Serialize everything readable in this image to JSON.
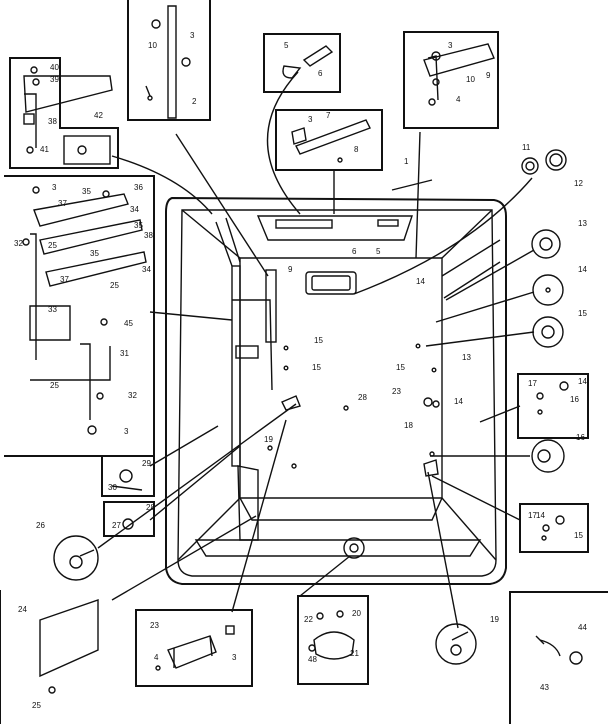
{
  "labels": [
    "40",
    "39",
    "38",
    "41",
    "42",
    "10",
    "3",
    "2",
    "5",
    "6",
    "7",
    "3",
    "8",
    "6",
    "5",
    "3",
    "10",
    "9",
    "4",
    "1",
    "11",
    "12",
    "13",
    "14",
    "15",
    "9",
    "3",
    "35",
    "36",
    "37",
    "34",
    "35",
    "38",
    "32",
    "25",
    "35",
    "37",
    "34",
    "25",
    "33",
    "45",
    "31",
    "25",
    "32",
    "3",
    "14",
    "15",
    "15",
    "15",
    "13",
    "14",
    "23",
    "18",
    "28",
    "19",
    "17",
    "14",
    "16",
    "16",
    "17",
    "14",
    "15",
    "29",
    "30",
    "28",
    "27",
    "26",
    "24",
    "25",
    "23",
    "3",
    "4",
    "22",
    "20",
    "21",
    "48",
    "19",
    "44",
    "43"
  ]
}
